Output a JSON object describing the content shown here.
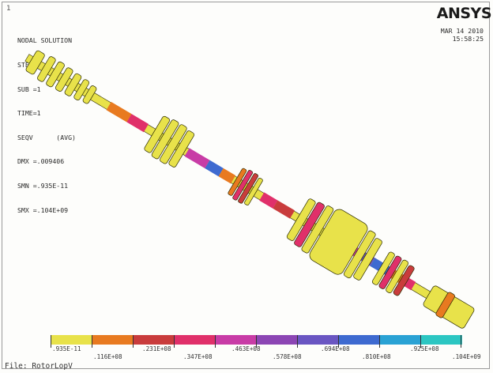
{
  "corner_label": "1",
  "brand": "ANSYS",
  "info_lines": [
    "NODAL SOLUTION",
    "STEP=1",
    "SUB =1",
    "TIME=1",
    "SEQV      (AVG)",
    "DMX =.009406",
    "SMN =.935E-11",
    "SMX =.104E+09"
  ],
  "date": "MAR 14 2010",
  "time": "15:58:25",
  "legend": {
    "colors": [
      "#e8e24a",
      "#e87a20",
      "#c93c3c",
      "#e0306a",
      "#c83ca6",
      "#8c46b4",
      "#6a56c2",
      "#3e6ad0",
      "#2aa2d4",
      "#2cc6c2"
    ],
    "top_labels": [
      ".935E-11",
      ".231E+08",
      ".463E+08",
      ".694E+08",
      ".925E+08"
    ],
    "bottom_labels": [
      ".116E+08",
      ".347E+08",
      ".578E+08",
      ".810E+08",
      ".104E+09"
    ]
  },
  "file_label": "File: RotorLopV"
}
